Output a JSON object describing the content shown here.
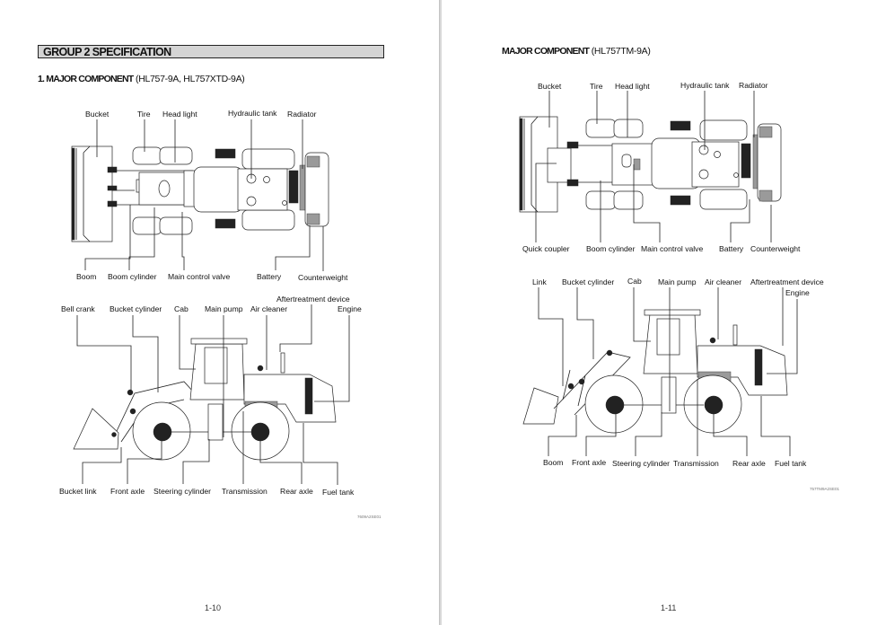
{
  "left_page": {
    "group_header": "GROUP  2  SPECIFICATION",
    "section_title_bold": "1. MAJOR COMPONENT",
    "section_title_models": " (HL757-9A, HL757XTD-9A)",
    "top_view_labels_top": [
      "Bucket",
      "Tire",
      "Head light",
      "Hydraulic tank",
      "Radiator"
    ],
    "top_view_labels_bottom": [
      "Boom",
      "Boom cylinder",
      "Main control valve",
      "Battery",
      "Counterweight"
    ],
    "side_view_labels_top": [
      "Bell crank",
      "Bucket cylinder",
      "Cab",
      "Main pump",
      "Air cleaner",
      "Aftertreatment device",
      "Engine"
    ],
    "side_view_labels_bottom": [
      "Bucket link",
      "Front axle",
      "Steering cylinder",
      "Transmission",
      "Rear axle",
      "Fuel tank"
    ],
    "figure_code": "7609A2SE01",
    "page_number": "1-10"
  },
  "right_page": {
    "section_title_bold": "MAJOR COMPONENT",
    "section_title_models": " (HL757TM-9A)",
    "top_view_labels_top": [
      "Bucket",
      "Tire",
      "Head light",
      "Hydraulic tank",
      "Radiator"
    ],
    "top_view_labels_bottom": [
      "Quick coupler",
      "Boom cylinder",
      "Main control valve",
      "Battery",
      "Counterweight"
    ],
    "side_view_labels_top": [
      "Link",
      "Bucket cylinder",
      "Cab",
      "Main pump",
      "Air cleaner",
      "Aftertreatment device",
      "Engine"
    ],
    "side_view_labels_bottom": [
      "Boom",
      "Front axle",
      "Steering cylinder",
      "Transmission",
      "Rear axle",
      "Fuel tank"
    ],
    "figure_code": "757TM9A2SE01",
    "page_number": "1-11"
  },
  "colors": {
    "header_bar_fill": "#d4d4d4",
    "line_art": "#222222",
    "gutter": "#d8d8d8"
  }
}
